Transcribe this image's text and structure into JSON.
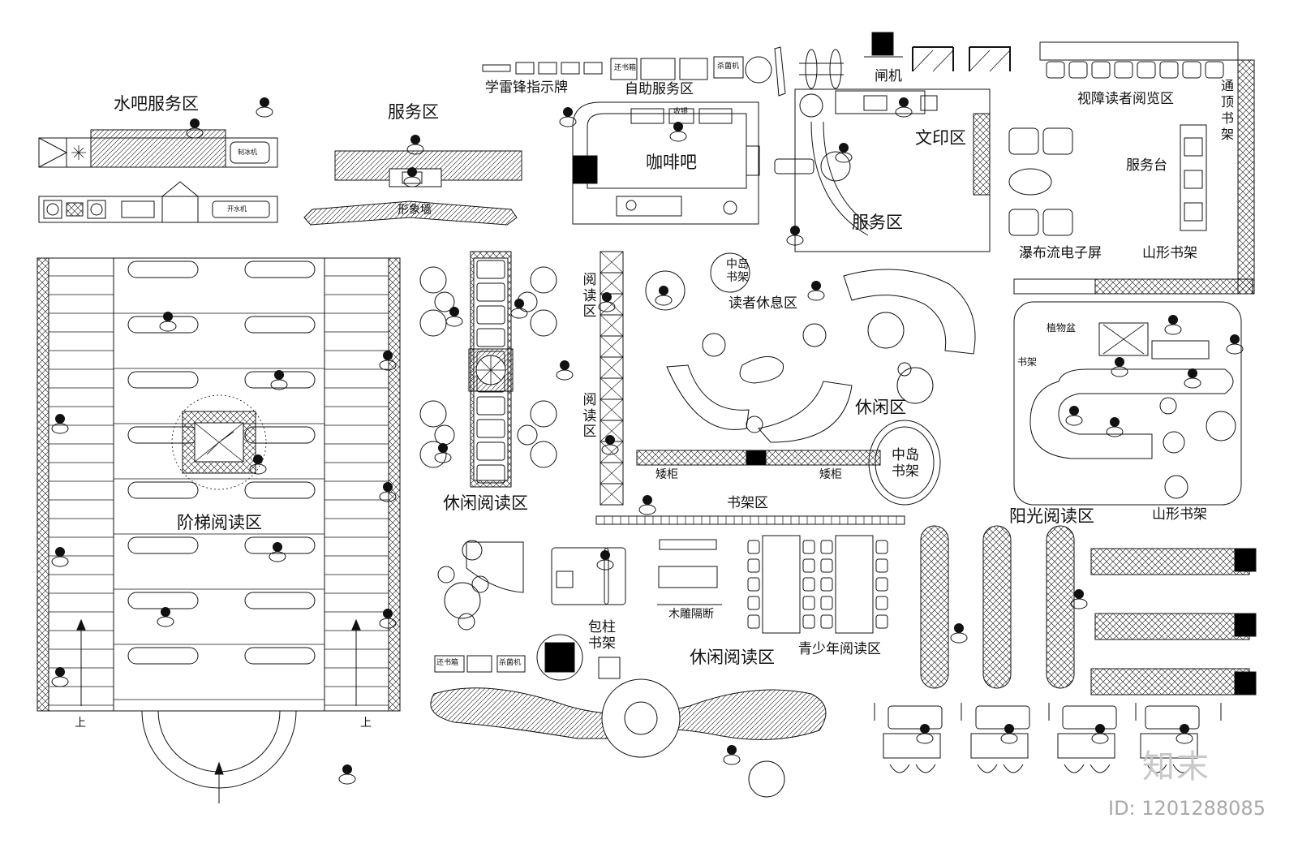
{
  "labels": {
    "water_bar_service": "水吧服务区",
    "service_area_top": "服务区",
    "image_wall": "形象墙",
    "lei_feng_sign": "学雷锋指示牌",
    "self_service": "自助服务区",
    "coffee_bar": "咖啡吧",
    "gate": "闸机",
    "print_area": "文印区",
    "service_area_right": "服务区",
    "visually_impaired": "视障读者阅览区",
    "service_desk": "服务台",
    "waterfall_screen": "瀑布流电子屏",
    "mountain_shelf_top": "山形书架",
    "ceiling_shelf": "通顶书架",
    "reader_rest": "读者休息区",
    "mid_island_shelf_1": "中岛书架",
    "mid_island_shelf_2": "中岛书架",
    "leisure": "休闲区",
    "reading_1": "阅读区",
    "reading_2": "阅读区",
    "step_reading": "阶梯阅读区",
    "leisure_reading_1": "休闲阅读区",
    "leisure_reading_2": "休闲阅读区",
    "low_cabinet_1": "矮柜",
    "low_cabinet_2": "矮柜",
    "shelf_area": "书架区",
    "sunshine_reading": "阳光阅读区",
    "mountain_shelf_right": "山形书架",
    "wood_partition": "木雕隔断",
    "column_shelf": "包柱书架",
    "youth_reading": "青少年阅读区",
    "plant_pot": "植物盆",
    "bookshelf": "书架",
    "up_left": "上",
    "up_right": "上",
    "cashier": "收银",
    "return_books_1": "还书箱",
    "return_books_2": "还书箱",
    "sterilizer_1": "杀菌机",
    "sterilizer_2": "杀菌机",
    "ice_maker": "制冰机",
    "water_dispenser": "开水机"
  },
  "brand_mark": "知末",
  "image_id": "ID: 1201288085",
  "colors": {
    "line": "#111111",
    "fill_black": "#000000",
    "watermark": "#b0b0b0"
  }
}
